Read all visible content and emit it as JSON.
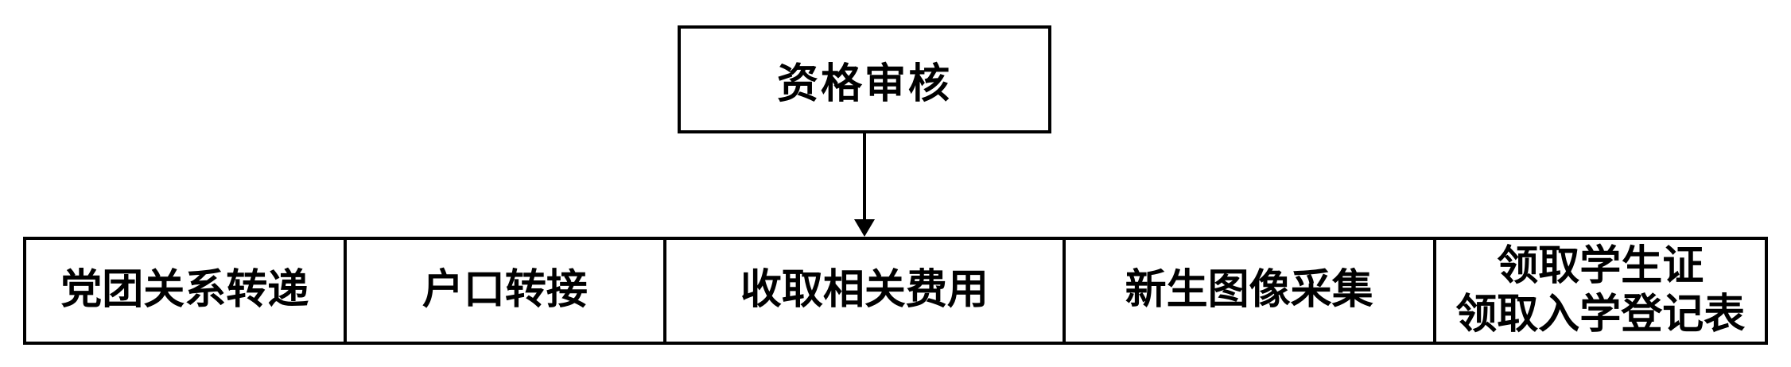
{
  "diagram": {
    "top_node": {
      "label": "资格审核"
    },
    "connector": {
      "type": "arrow-down"
    },
    "cells": [
      {
        "label": "党团关系转递"
      },
      {
        "label": "户口转接"
      },
      {
        "label": "收取相关费用"
      },
      {
        "label": "新生图像采集"
      },
      {
        "lines": [
          "领取学生证",
          "领取入学登记表"
        ]
      }
    ],
    "colors": {
      "ink": "#000000",
      "background": "#ffffff"
    }
  }
}
